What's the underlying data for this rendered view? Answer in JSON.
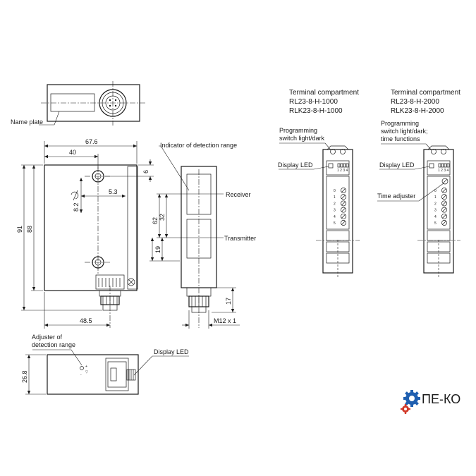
{
  "labels": {
    "name_plate": "Name plate",
    "indicator_of_detection_range": "Indicator of detection range",
    "receiver": "Receiver",
    "transmitter": "Transmitter",
    "adjuster_line1": "Adjuster of",
    "adjuster_line2": "detection range",
    "display_led_side": "Display LED",
    "m12": "M12 x 1"
  },
  "dimensions": {
    "d67_6": "67.6",
    "d40": "40",
    "d6": "6",
    "d5_3": "5.3",
    "d8_2": "8.2",
    "d91": "91",
    "d88": "88",
    "d62": "62",
    "d32": "32",
    "d19": "19",
    "d17": "17",
    "d48_5": "48.5",
    "d26_8": "26.8"
  },
  "compartments": [
    {
      "title": "Terminal compartment",
      "model_1": "RL23-8-H-1000",
      "model_2": "RLK23-8-H-1000",
      "switch_label_1": "Programming",
      "switch_label_2": "switch light/dark",
      "switch_label_3": "",
      "display_led": "Display LED",
      "time_adjuster": "",
      "switch_numbers": "1 2 3 4",
      "terminals": [
        "0",
        "1",
        "2",
        "3",
        "4",
        "5"
      ]
    },
    {
      "title": "Terminal compartment",
      "model_1": "RL23-8-H-2000",
      "model_2": "RLK23-8-H-2000",
      "switch_label_1": "Programming",
      "switch_label_2": "switch light/dark;",
      "switch_label_3": "time functions",
      "display_led": "Display LED",
      "time_adjuster": "Time adjuster",
      "switch_numbers": "1 2 3 4",
      "terminals": [
        "0",
        "1",
        "2",
        "3",
        "4",
        "5"
      ]
    }
  ],
  "logo": {
    "text": "ПЕ-КО",
    "gear_color_1": "#1f5fb0",
    "gear_color_2": "#d23a2a"
  }
}
